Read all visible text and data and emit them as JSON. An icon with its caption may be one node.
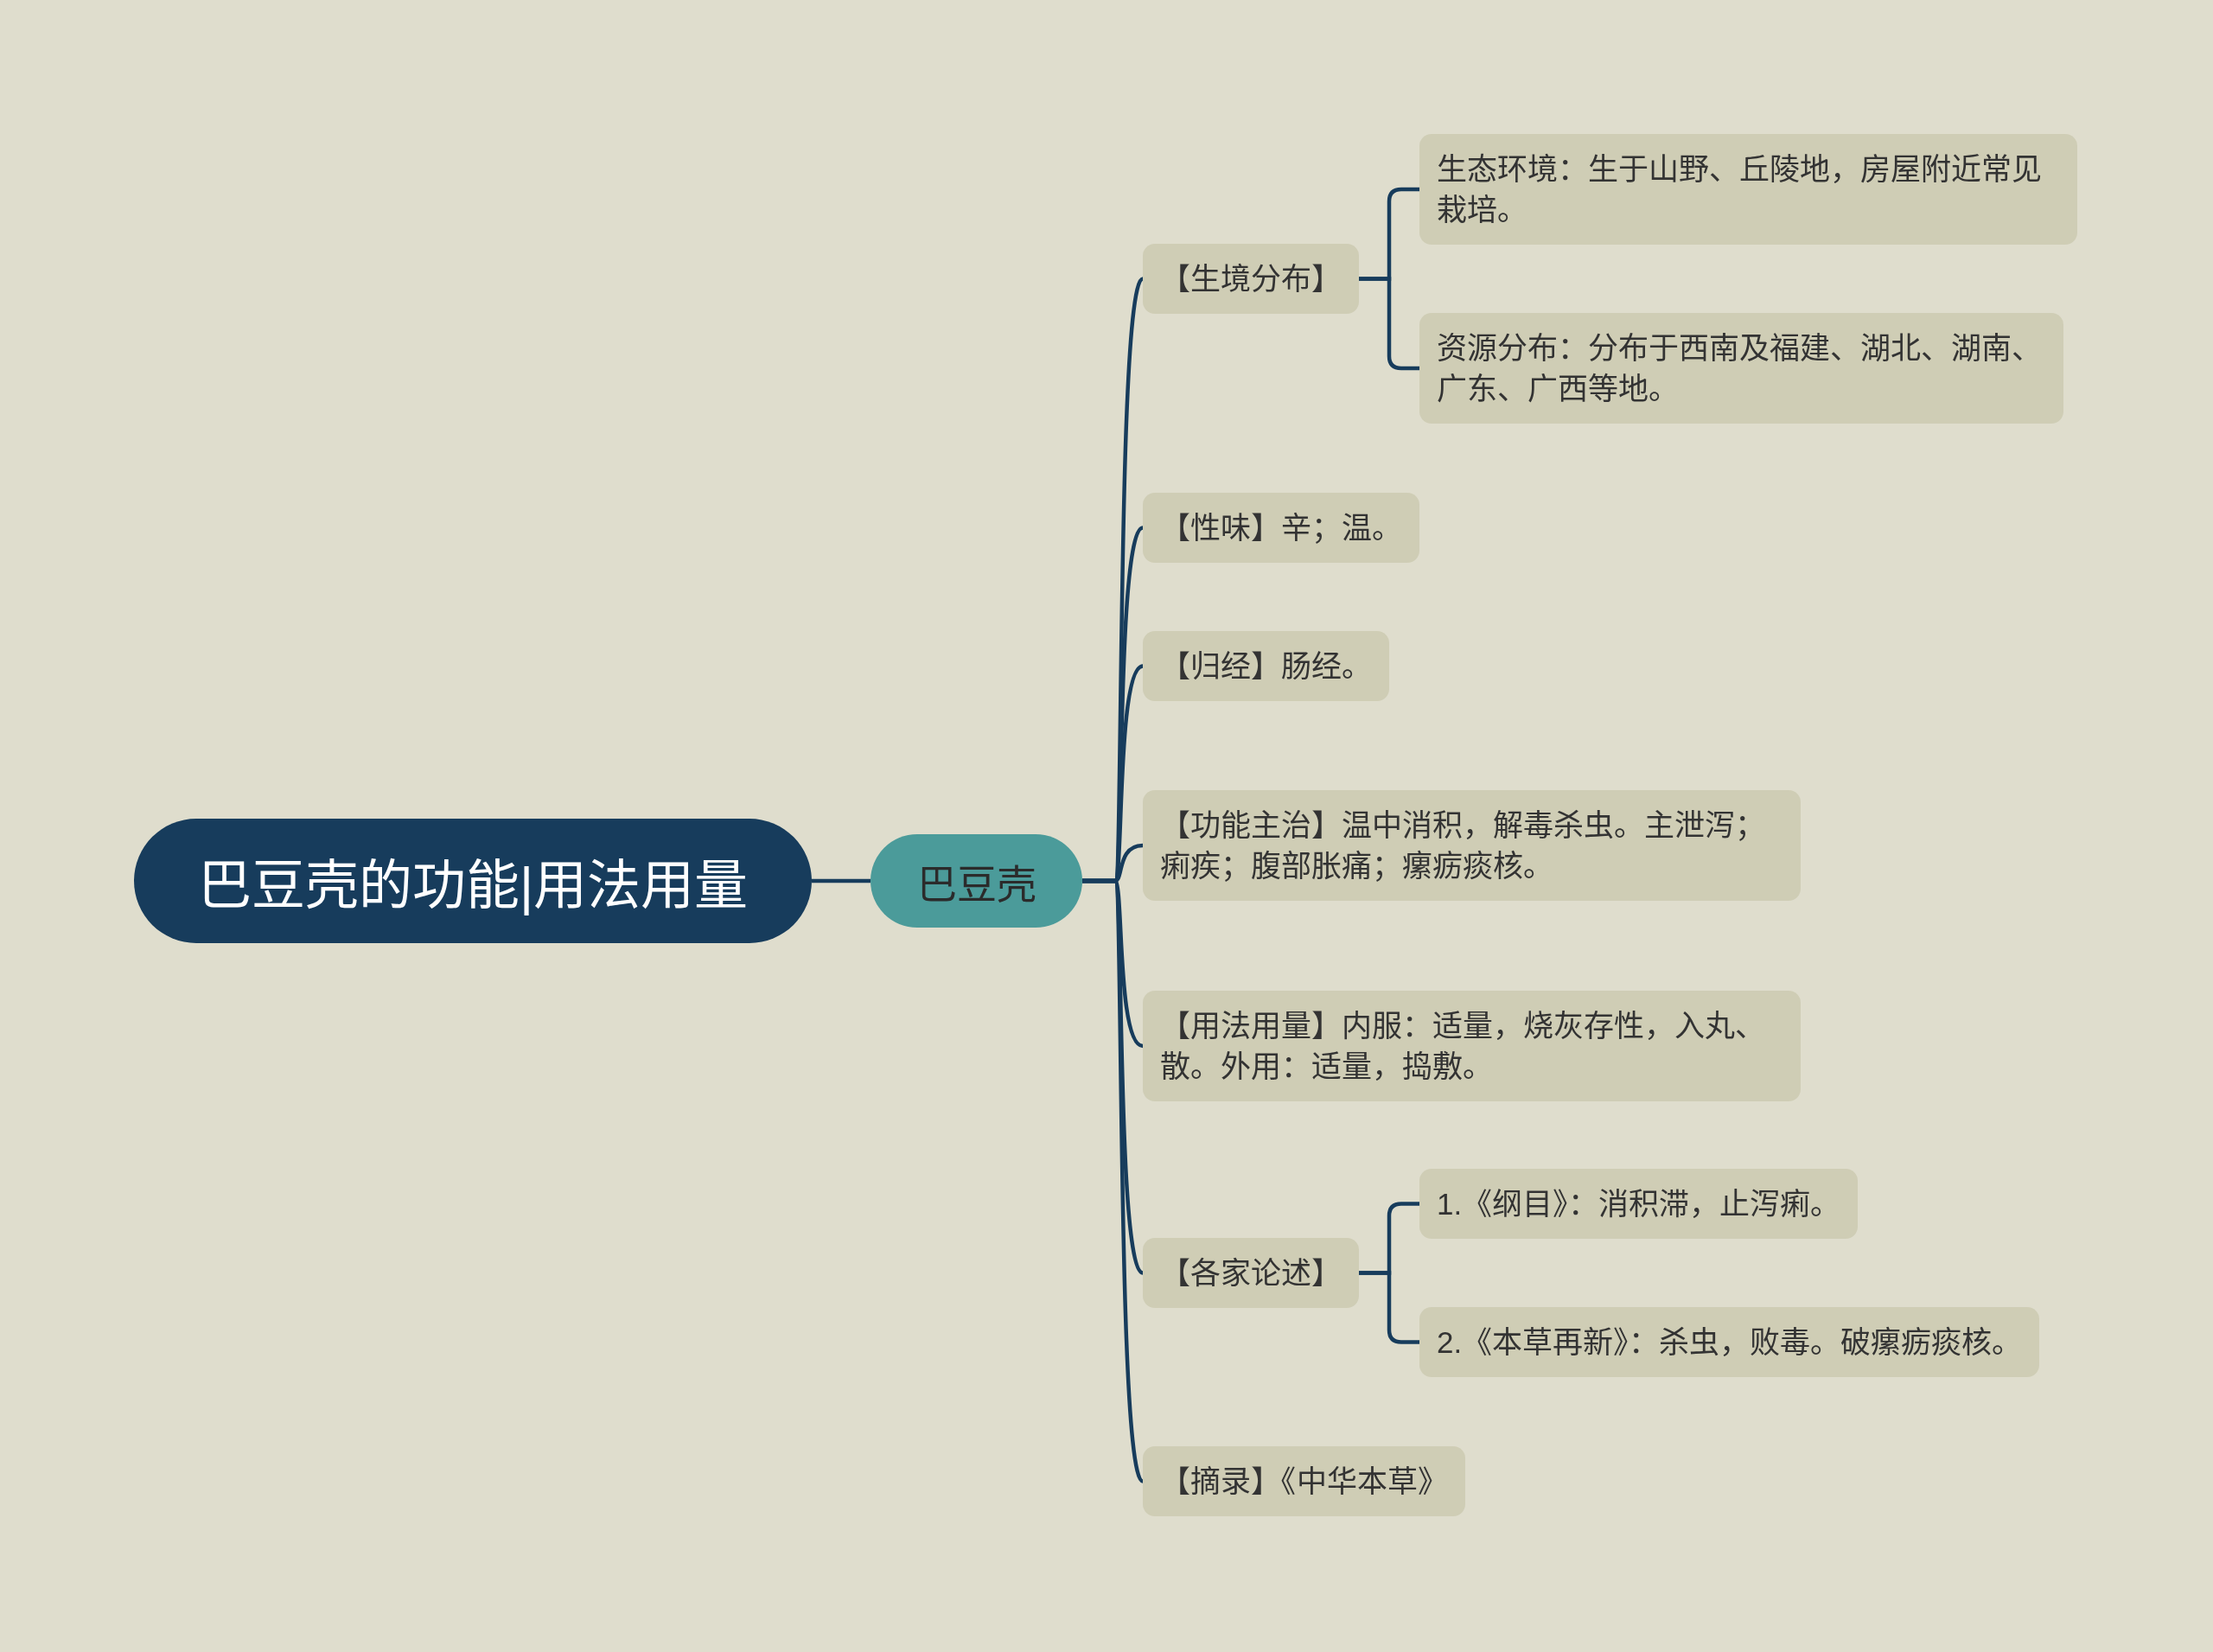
{
  "diagram": {
    "nodes": [
      {
        "text": [
          "巴豆壳的功能|用法用量"
        ]
      },
      {
        "text": [
          "巴豆壳"
        ]
      },
      {
        "text": [
          "【生境分布】"
        ]
      },
      {
        "text": [
          "生态环境：生于山野、丘陵地，房屋附近常见栽培。"
        ]
      },
      {
        "text": [
          "资源分布：分布于西南及福建、湖北、湖南、广东、广西等地。"
        ]
      },
      {
        "text": [
          "【性味】辛；温。"
        ]
      },
      {
        "text": [
          "【归经】肠经。"
        ]
      },
      {
        "text": [
          "【功能主治】温中消积，解毒杀虫。主泄泻；痢疾；腹部胀痛；瘰疬痰核。"
        ]
      },
      {
        "text": [
          "【用法用量】内服：适量，烧灰存性，入丸、散。外用：适量，捣敷。"
        ]
      },
      {
        "text": [
          "【各家论述】"
        ]
      },
      {
        "text": [
          "1.《纲目》：消积滞，止泻痢。"
        ]
      },
      {
        "text": [
          "2.《本草再新》：杀虫，败毒。破瘰疬痰核。"
        ]
      },
      {
        "text": [
          "【摘录】《中华本草》"
        ]
      }
    ],
    "edges": [
      {
        "from": 0,
        "to": 1,
        "arrow": "none"
      },
      {
        "from": 1,
        "to": 2,
        "arrow": "none"
      },
      {
        "from": 2,
        "to": 3,
        "arrow": "none"
      },
      {
        "from": 2,
        "to": 4,
        "arrow": "none"
      },
      {
        "from": 1,
        "to": 5,
        "arrow": "none"
      },
      {
        "from": 1,
        "to": 6,
        "arrow": "none"
      },
      {
        "from": 1,
        "to": 7,
        "arrow": "none"
      },
      {
        "from": 1,
        "to": 8,
        "arrow": "none"
      },
      {
        "from": 1,
        "to": 9,
        "arrow": "none"
      },
      {
        "from": 9,
        "to": 10,
        "arrow": "none"
      },
      {
        "from": 9,
        "to": 11,
        "arrow": "none"
      },
      {
        "from": 1,
        "to": 12,
        "arrow": "none"
      }
    ]
  }
}
